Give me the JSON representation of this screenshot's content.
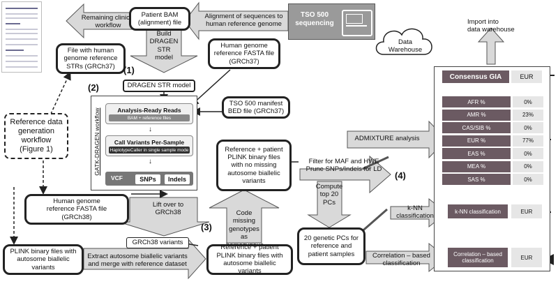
{
  "colors": {
    "arrow_fill": "#d9d9d9",
    "gia_label_bg": "#6b5a62",
    "gia_value_bg": "#e6e6e6",
    "sequencer_box": "#9a9a9a",
    "dark_strip": "#333333"
  },
  "icons": [
    "document-thumbnail-icon",
    "sequencer-icon",
    "data-warehouse-cloud-icon"
  ],
  "sequencing": {
    "label": "TSO 500\nsequencing"
  },
  "arrows": {
    "alignment": "Alignment of sequences to\nhuman reference genome",
    "remaining": "Remaining clinical\nworkflow",
    "build_str": "Build\nDRAGEN\nSTR\nmodel",
    "lift_over": "Lift over to\nGRCh38",
    "extract": "Extract autosome biallelic variants\nand merge with reference dataset",
    "code_missing": "Code missing\ngenotypes as\nhomozygous\nreference",
    "filter": "Filter for MAF and HWE\nPrune SNPs/Indels for LD",
    "compute": "Compute\ntop 20\nPCs",
    "admixture": "ADMIXTURE analysis",
    "knn": "k-NN\nclassification",
    "correlation": "Correlation – based\nclassification",
    "import": "Import into\ndata warehouse"
  },
  "boxes": {
    "patient_bam": "Patient BAM\n(alignment) file",
    "str_file": "File with human\ngenome reference\nSTRs (GRCh37)",
    "fasta37": "Human genome\nreference FASTA file\n(GRCh37)",
    "dragen_str_model": "DRAGEN STR model",
    "manifest": "TSO 500 manifest\nBED file (GRCh37)",
    "ref_data_workflow": "Reference data\ngeneration\nworkflow\n(Figure 1)",
    "fasta38": "Human genome\nreference FASTA file\n(GRCh38)",
    "grch38_variants": "GRCh38 variants",
    "plink_autosome": "PLINK binary files with\nautosome biallelic\nvariants",
    "ref_patient_plink": "Reference + patient\nPLINK binary files with\nautosome biallelic variants",
    "ref_patient_nomissing": "Reference + patient\nPLINK binary files\nwith no missing\nautosome biallelic\nvariants",
    "pcs20": "20 genetic PCs for\nreference and\npatient samples",
    "data_warehouse": "Data\nWarehouse"
  },
  "gatk": {
    "title": "GATK-DRAGEN workflow",
    "step1": "Analysis-Ready Reads",
    "step1_sub": "BAM + reference files",
    "step2": "Call Variants Per-Sample",
    "step2_sub": "HaplotypeCaller in single sample mode",
    "vcf": "VCF",
    "snps": "SNPs",
    "indels": "Indels"
  },
  "step_numbers": {
    "s1": "(1)",
    "s2": "(2)",
    "s3": "(3)",
    "s4": "(4)"
  },
  "results": {
    "consensus_label": "Consensus GIA",
    "consensus_value": "EUR",
    "ancestries": [
      {
        "label": "AFR %",
        "value": "0%"
      },
      {
        "label": "AMR %",
        "value": "23%"
      },
      {
        "label": "CAS/SIB %",
        "value": "0%"
      },
      {
        "label": "EUR %",
        "value": "77%"
      },
      {
        "label": "EAS %",
        "value": "0%"
      },
      {
        "label": "MEA %",
        "value": "0%"
      },
      {
        "label": "SAS %",
        "value": "0%"
      }
    ],
    "knn_label": "k-NN classification",
    "knn_value": "EUR",
    "corr_label": "Correlation – based\nclassification",
    "corr_value": "EUR"
  }
}
